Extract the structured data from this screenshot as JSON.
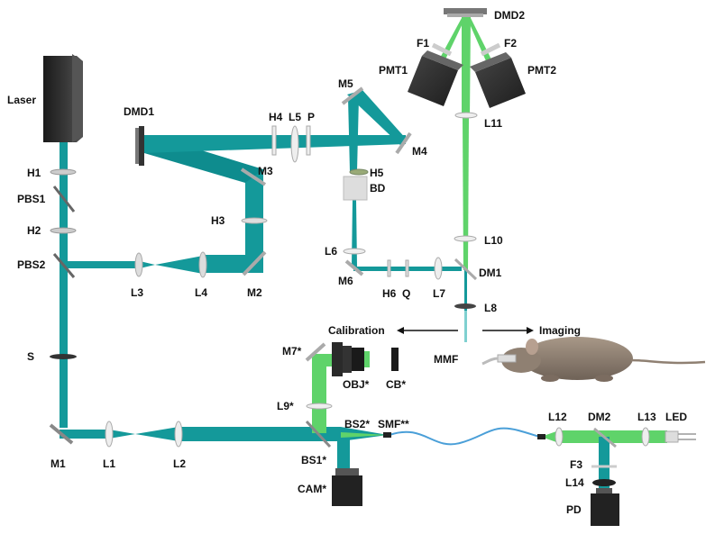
{
  "colors": {
    "teal_beam": "#14999a",
    "teal_dark": "#0e7a7c",
    "green_beam": "#5fd36a",
    "fiber_blue": "#4a9fd8",
    "dark_device": "#2b2b2b",
    "mouse_body": "#8f8072"
  },
  "labels": {
    "laser": "Laser",
    "dmd1": "DMD1",
    "dmd2": "DMD2",
    "h1": "H1",
    "pbs1": "PBS1",
    "h2": "H2",
    "pbs2": "PBS2",
    "l3": "L3",
    "l4": "L4",
    "m2": "M2",
    "h3": "H3",
    "m3": "M3",
    "h4": "H4",
    "l5": "L5",
    "p": "P",
    "m5": "M5",
    "m4": "M4",
    "h5": "H5",
    "bd": "BD",
    "l6": "L6",
    "m6": "M6",
    "h6": "H6",
    "q": "Q",
    "l7": "L7",
    "dm1": "DM1",
    "l10": "L10",
    "l8": "L8",
    "l11": "L11",
    "f1": "F1",
    "f2": "F2",
    "pmt1": "PMT1",
    "pmt2": "PMT2",
    "calibration": "Calibration",
    "imaging": "Imaging",
    "mmf": "MMF",
    "m7": "M7*",
    "obj": "OBJ*",
    "cb": "CB*",
    "s": "S",
    "l9": "L9*",
    "bs2": "BS2*",
    "smf": "SMF**",
    "bs1": "BS1*",
    "cam": "CAM*",
    "m1": "M1",
    "l1": "L1",
    "l2": "L2",
    "l12": "L12",
    "dm2": "DM2",
    "l13": "L13",
    "led": "LED",
    "f3": "F3",
    "l14": "L14",
    "pd": "PD"
  }
}
